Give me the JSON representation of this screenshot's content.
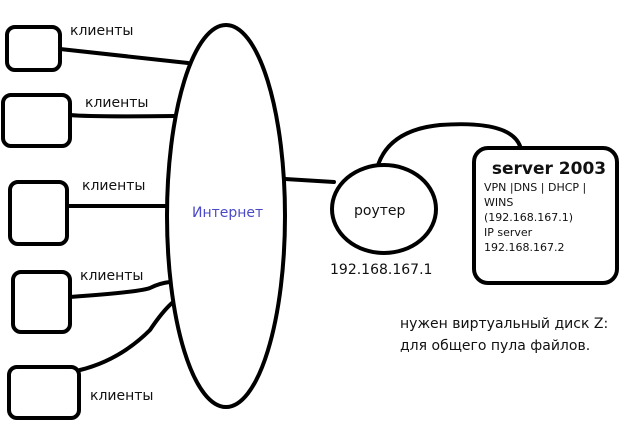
{
  "clients": [
    "клиенты",
    "клиенты",
    "клиенты",
    "клиенты",
    "клиенты"
  ],
  "internet_label": "Интернет",
  "router": {
    "label": "роутер",
    "ip": "192.168.167.1"
  },
  "server": {
    "title": "server 2003",
    "lines": [
      "VPN |DNS | DHCP |",
      "WINS",
      "(192.168.167.1)",
      "IP server",
      "192.168.167.2"
    ]
  },
  "note": [
    "нужен виртуальный диск Z:",
    "для общего пула файлов."
  ],
  "colors": {
    "internet_text": "#4a4ac8",
    "stroke": "#000000"
  }
}
